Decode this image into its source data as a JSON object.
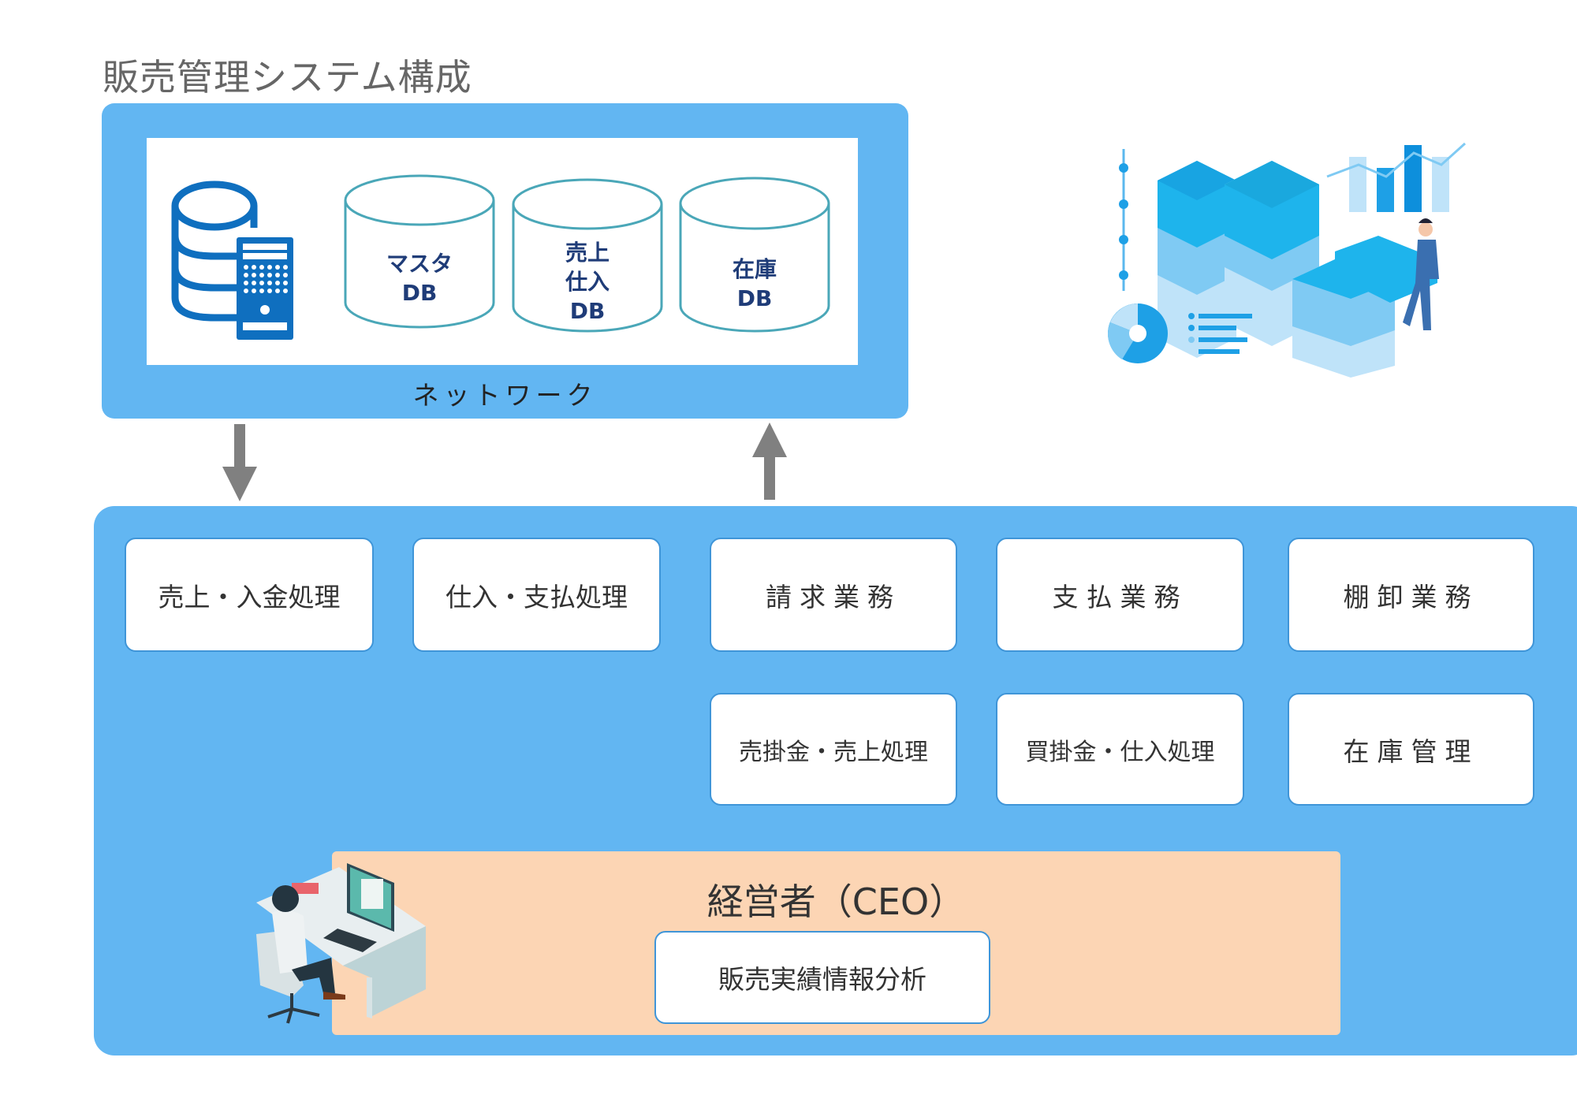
{
  "title": "販売管理システム構成",
  "network": {
    "label": "ネットワーク",
    "databases": [
      {
        "lines": [
          "マスタ",
          "DB"
        ]
      },
      {
        "lines": [
          "売上",
          "仕入",
          "DB"
        ]
      },
      {
        "lines": [
          "在庫",
          "DB"
        ]
      }
    ]
  },
  "business": {
    "row1": [
      "売上・入金処理",
      "仕入・支払処理",
      "請求業務",
      "支払業務",
      "棚卸業務"
    ],
    "row2": [
      "売掛金・売上処理",
      "買掛金・仕入処理",
      "在庫管理"
    ]
  },
  "ceo": {
    "title": "経営者（CEO）",
    "analysis": "販売実績情報分析"
  },
  "colors": {
    "panel_blue": "#62b6f2",
    "ceo_peach": "#fcd5b4",
    "db_text": "#1f3c78",
    "cylinder_stroke": "#4aa7b8",
    "arrow_gray": "#808080"
  },
  "icons": [
    "database-server-icon",
    "analytics-illustration",
    "office-worker-illustration",
    "arrow-down-icon",
    "arrow-up-icon"
  ]
}
